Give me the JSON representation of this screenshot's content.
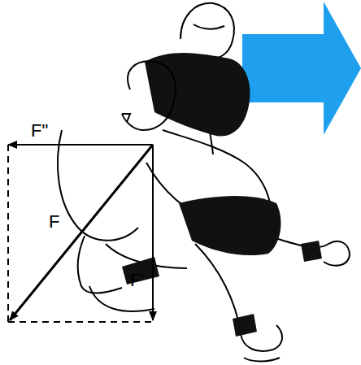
{
  "diagram": {
    "labels": [
      "F\"",
      "F",
      "F'"
    ]
  }
}
